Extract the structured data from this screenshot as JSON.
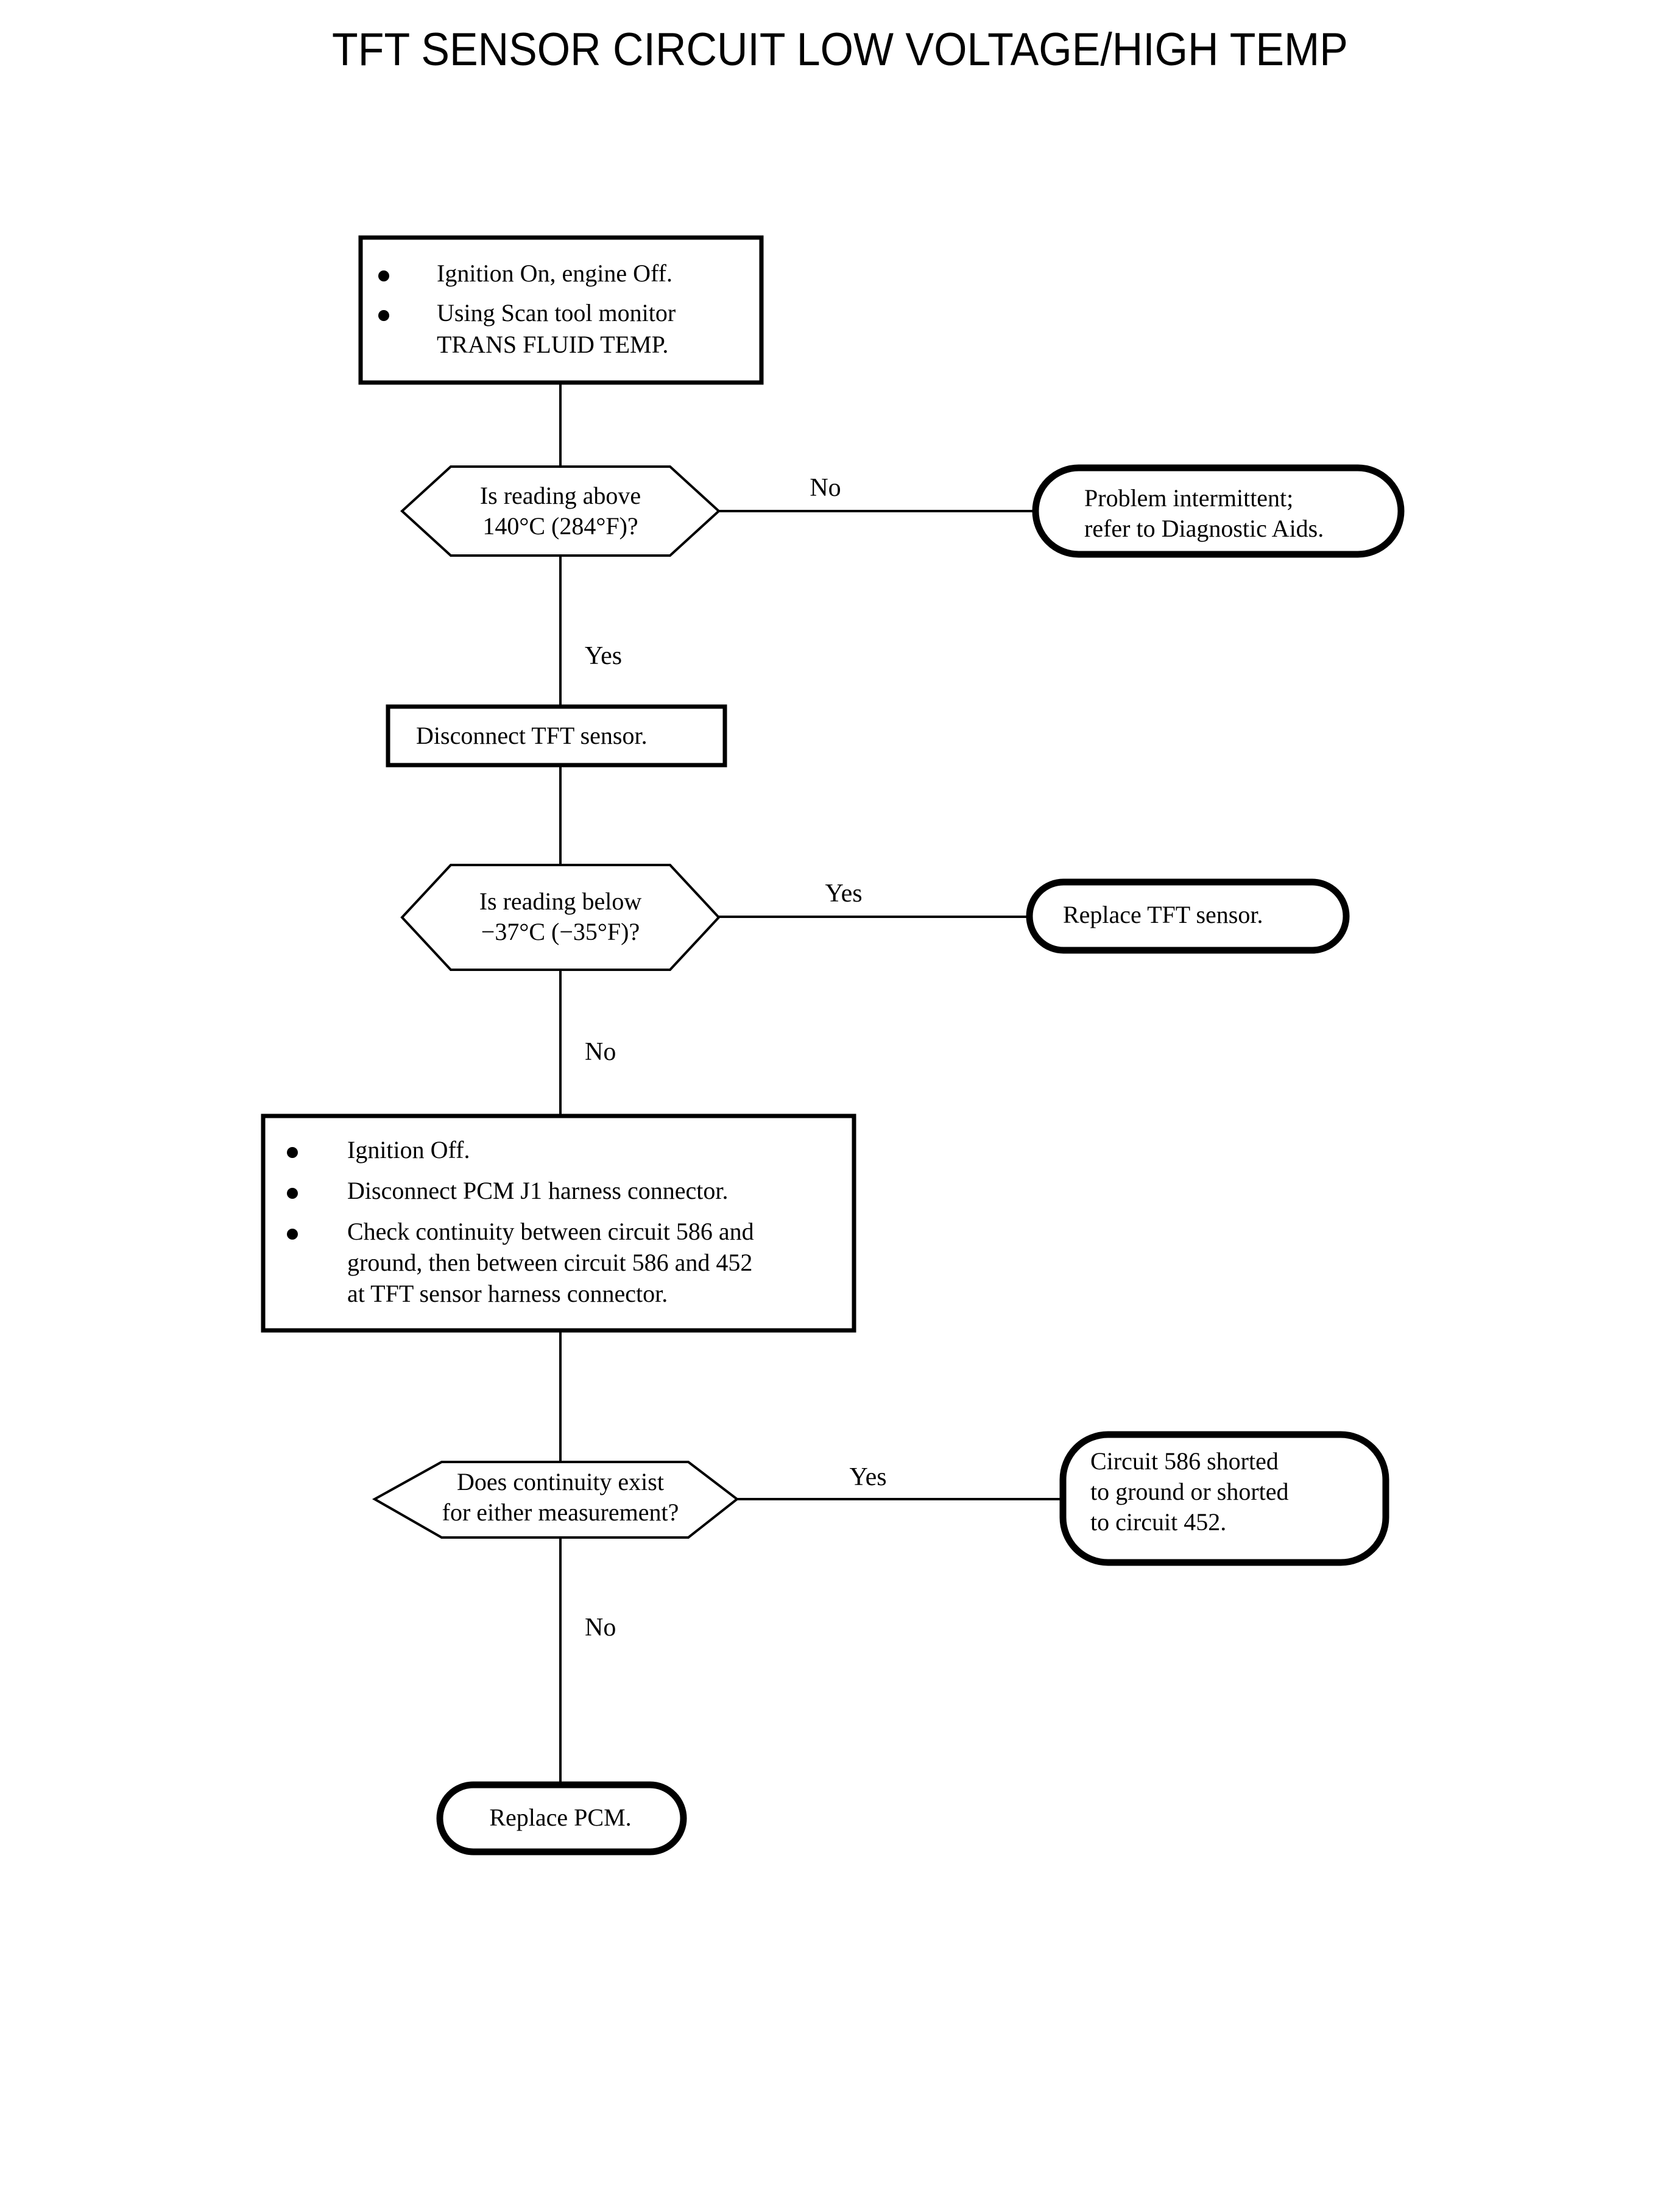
{
  "page": {
    "title": "TFT SENSOR CIRCUIT LOW VOLTAGE/HIGH TEMP",
    "background_color": "#ffffff",
    "ink_color": "#000000"
  },
  "chart_data": {
    "type": "diagram",
    "diagram_kind": "flowchart",
    "title": "TFT SENSOR CIRCUIT LOW VOLTAGE/HIGH TEMP",
    "orientation": "top-to-bottom",
    "nodes": [
      {
        "id": "n1",
        "shape": "process",
        "bullets": [
          "Ignition On, engine Off.",
          "Using Scan tool monitor\nTRANS FLUID TEMP."
        ]
      },
      {
        "id": "n2",
        "shape": "decision",
        "lines": [
          "Is reading above",
          "140°C (284°F)?"
        ]
      },
      {
        "id": "n3",
        "shape": "terminator",
        "lines": [
          "Problem intermittent;",
          "refer to Diagnostic Aids."
        ]
      },
      {
        "id": "n4",
        "shape": "process",
        "lines": [
          "Disconnect TFT sensor."
        ]
      },
      {
        "id": "n5",
        "shape": "decision",
        "lines": [
          "Is reading below",
          "−37°C (−35°F)?"
        ]
      },
      {
        "id": "n6",
        "shape": "terminator",
        "lines": [
          "Replace TFT sensor."
        ]
      },
      {
        "id": "n7",
        "shape": "process",
        "bullets": [
          "Ignition Off.",
          "Disconnect PCM J1 harness connector.",
          "Check continuity between circuit 586 and\nground, then between circuit 586 and 452\nat TFT sensor harness connector."
        ]
      },
      {
        "id": "n8",
        "shape": "decision",
        "lines": [
          "Does continuity exist",
          "for either measurement?"
        ]
      },
      {
        "id": "n9",
        "shape": "terminator",
        "lines": [
          "Circuit 586 shorted",
          "to ground or shorted",
          "to circuit 452."
        ]
      },
      {
        "id": "n10",
        "shape": "terminator",
        "lines": [
          "Replace PCM."
        ]
      }
    ],
    "edges": [
      {
        "from": "n1",
        "to": "n2",
        "label": ""
      },
      {
        "from": "n2",
        "to": "n3",
        "label": "No"
      },
      {
        "from": "n2",
        "to": "n4",
        "label": "Yes"
      },
      {
        "from": "n4",
        "to": "n5",
        "label": ""
      },
      {
        "from": "n5",
        "to": "n6",
        "label": "Yes"
      },
      {
        "from": "n5",
        "to": "n7",
        "label": "No"
      },
      {
        "from": "n7",
        "to": "n8",
        "label": ""
      },
      {
        "from": "n8",
        "to": "n9",
        "label": "Yes"
      },
      {
        "from": "n8",
        "to": "n10",
        "label": "No"
      }
    ]
  },
  "nodes": {
    "step1": {
      "bullet1": "Ignition On, engine Off.",
      "bullet2_line1": "Using Scan tool monitor",
      "bullet2_line2": "TRANS FLUID TEMP."
    },
    "decision1": {
      "line1": "Is reading above",
      "line2": "140°C (284°F)?"
    },
    "terminal1": {
      "line1": "Problem intermittent;",
      "line2": "refer to Diagnostic Aids."
    },
    "step2": {
      "line1": "Disconnect TFT sensor."
    },
    "decision2": {
      "line1": "Is reading below",
      "line2": "−37°C (−35°F)?"
    },
    "terminal2": {
      "line1": "Replace TFT sensor."
    },
    "step3": {
      "bullet1": "Ignition Off.",
      "bullet2": "Disconnect PCM J1 harness connector.",
      "bullet3_line1": "Check continuity between circuit 586 and",
      "bullet3_line2": "ground, then between circuit 586 and 452",
      "bullet3_line3": "at TFT sensor harness connector."
    },
    "decision3": {
      "line1": "Does continuity exist",
      "line2": "for either measurement?"
    },
    "terminal3": {
      "line1": "Circuit 586 shorted",
      "line2": "to ground or shorted",
      "line3": "to circuit 452."
    },
    "terminal4": {
      "line1": "Replace PCM."
    }
  },
  "edge_labels": {
    "d1_no": "No",
    "d1_yes": "Yes",
    "d2_yes": "Yes",
    "d2_no": "No",
    "d3_yes": "Yes",
    "d3_no": "No"
  }
}
